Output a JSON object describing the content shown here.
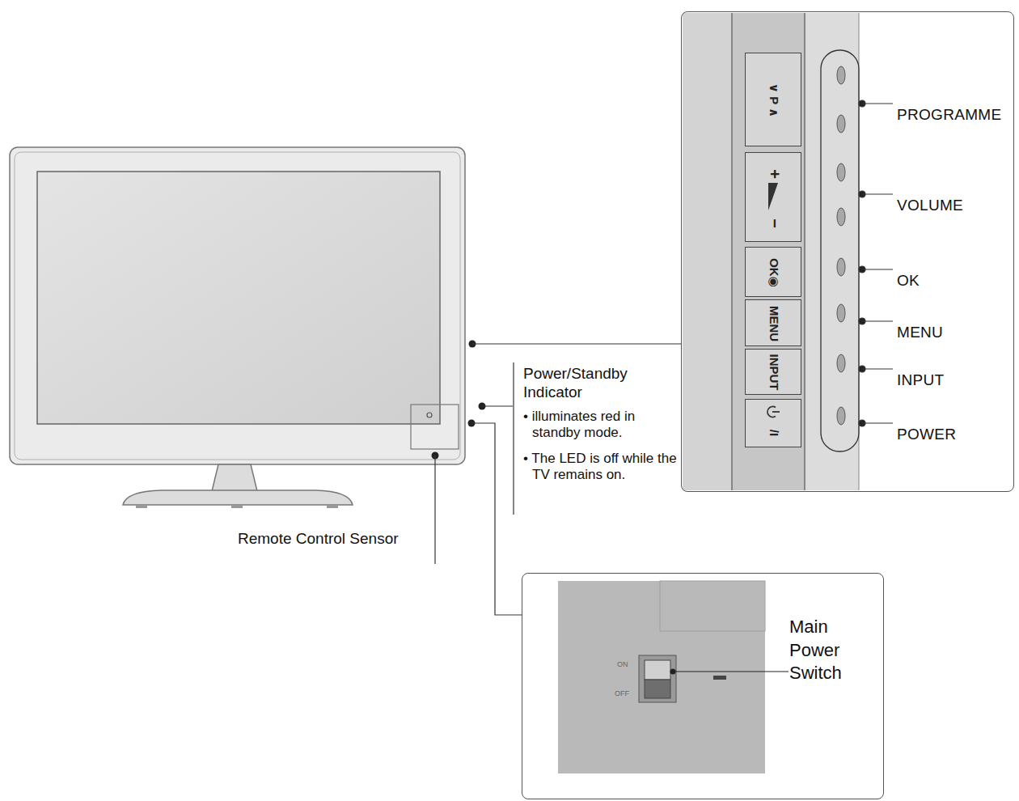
{
  "diagram": {
    "nodes": [
      {
        "text": [
          "PROGRAMME",
          "VOLUME",
          "OK",
          "MENU",
          "INPUT",
          "POWER"
        ]
      },
      {
        "text": [
          "∨ P ∧"
        ],
        "in": 0
      },
      {
        "text": [
          "+",
          "−"
        ],
        "in": 0
      },
      {
        "text": [
          "OK◉"
        ],
        "in": 0
      },
      {
        "text": [
          "MENU"
        ],
        "in": 0
      },
      {
        "text": [
          "INPUT"
        ],
        "in": 0
      },
      {
        "text": [
          "/I"
        ],
        "in": 0
      },
      {
        "text": [
          "Main Power Switch"
        ]
      }
    ],
    "labels": [
      "Power/Standby Indicator",
      "• illuminates red in standby mode.",
      "• The LED is off while the TV remains on.",
      "Remote Control Sensor",
      "ON",
      "OFF"
    ]
  }
}
